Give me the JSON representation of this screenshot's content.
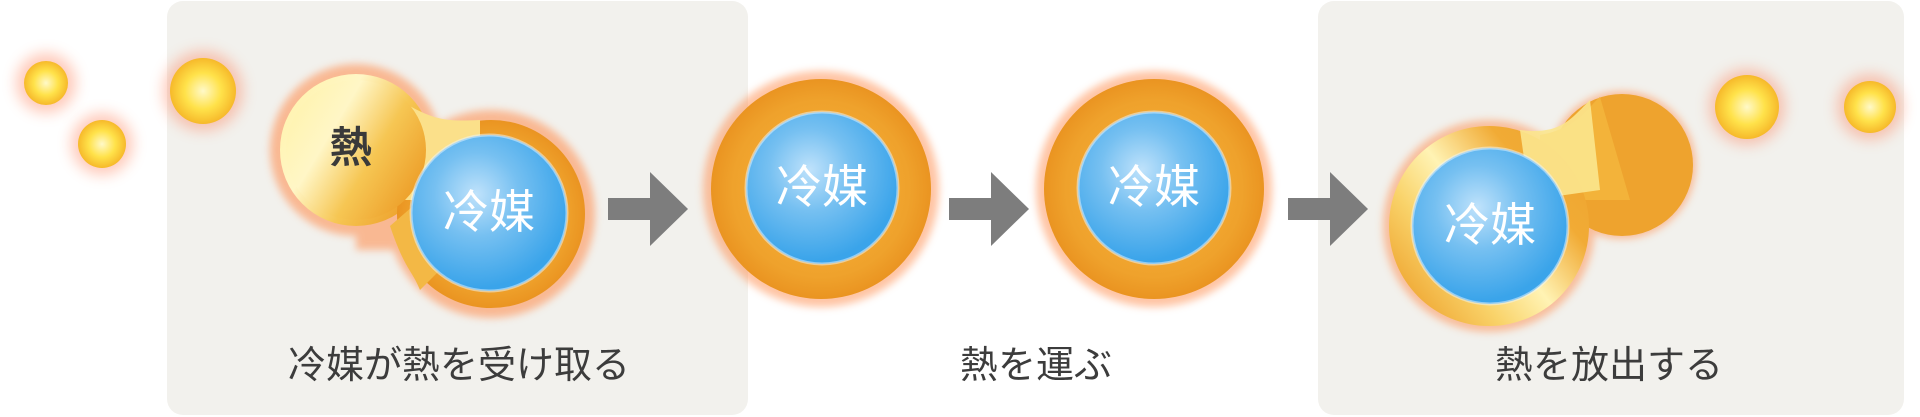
{
  "colors": {
    "panel_bg": "#f2f1ed",
    "heat_orange": "#eea32e",
    "heat_yellow": "#fff0a0",
    "refrigerant_blue": "#44aaee",
    "arrow_gray": "#7d7d7d",
    "heat_label": "#3a3a3a",
    "caption": "#3c3c3c",
    "refrigerant_text": "#ffffff"
  },
  "steps": [
    {
      "caption": "冷媒が熱を受け取る",
      "heat_label": "熱",
      "refrigerant_label": "冷媒"
    },
    {
      "caption": "熱を運ぶ",
      "refrigerant_label": "冷媒"
    },
    {
      "caption": "熱を放出する",
      "refrigerant_label": "冷媒"
    }
  ],
  "icons": {
    "arrow": "right-arrow-icon",
    "heat_particle": "heat-particle-icon"
  }
}
